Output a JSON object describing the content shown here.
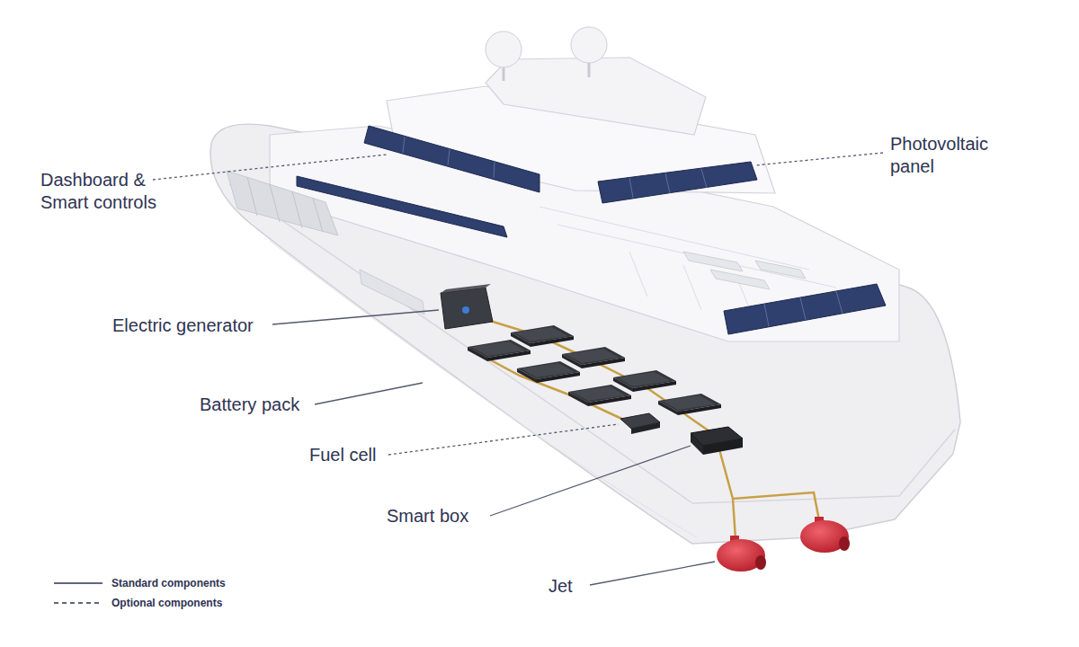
{
  "diagram": {
    "labels": [
      "Dashboard & Smart controls",
      "Photovoltaic panel",
      "Electric generator",
      "Battery pack",
      "Fuel cell",
      "Smart box",
      "Jet"
    ],
    "legend": [
      {
        "text": "Standard components"
      },
      {
        "text": "Optional components"
      }
    ]
  }
}
